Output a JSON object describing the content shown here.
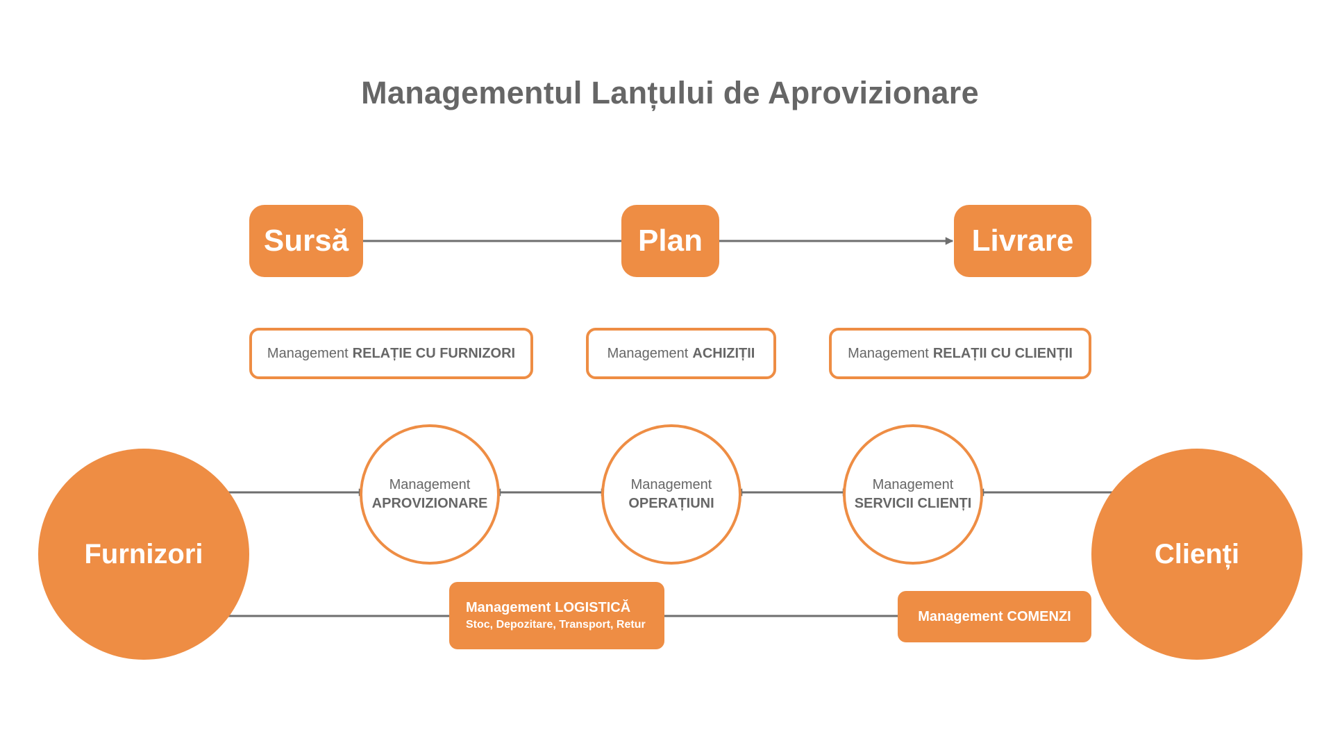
{
  "title": "Managementul Lanțului de Aprovizionare",
  "colors": {
    "accent": "#ee8d44",
    "text": "#666666",
    "arrow": "#6e6e6e",
    "background": "#ffffff"
  },
  "top_steps": {
    "source": "Sursă",
    "plan": "Plan",
    "delivery": "Livrare"
  },
  "management_boxes": {
    "supplier_relation": {
      "prefix": "Management",
      "emphasis": "RELAȚIE CU FURNIZORI"
    },
    "procurement": {
      "prefix": "Management",
      "emphasis": "ACHIZIȚII"
    },
    "customer_relations": {
      "prefix": "Management",
      "emphasis": "RELAȚII CU CLIENȚII"
    }
  },
  "process_circles": {
    "supply": {
      "prefix": "Management",
      "emphasis": "APROVIZIONARE"
    },
    "operations": {
      "prefix": "Management",
      "emphasis": "OPERAȚIUNI"
    },
    "customer_service": {
      "prefix": "Management",
      "emphasis": "SERVICII CLIENȚI"
    }
  },
  "endpoints": {
    "suppliers": "Furnizori",
    "customers": "Clienți"
  },
  "bottom_boxes": {
    "logistics": {
      "prefix": "Management",
      "emphasis": "LOGISTICĂ",
      "detail": "Stoc, Depozitare, Transport, Retur"
    },
    "orders": {
      "prefix": "Management",
      "emphasis": "COMENZI"
    }
  }
}
